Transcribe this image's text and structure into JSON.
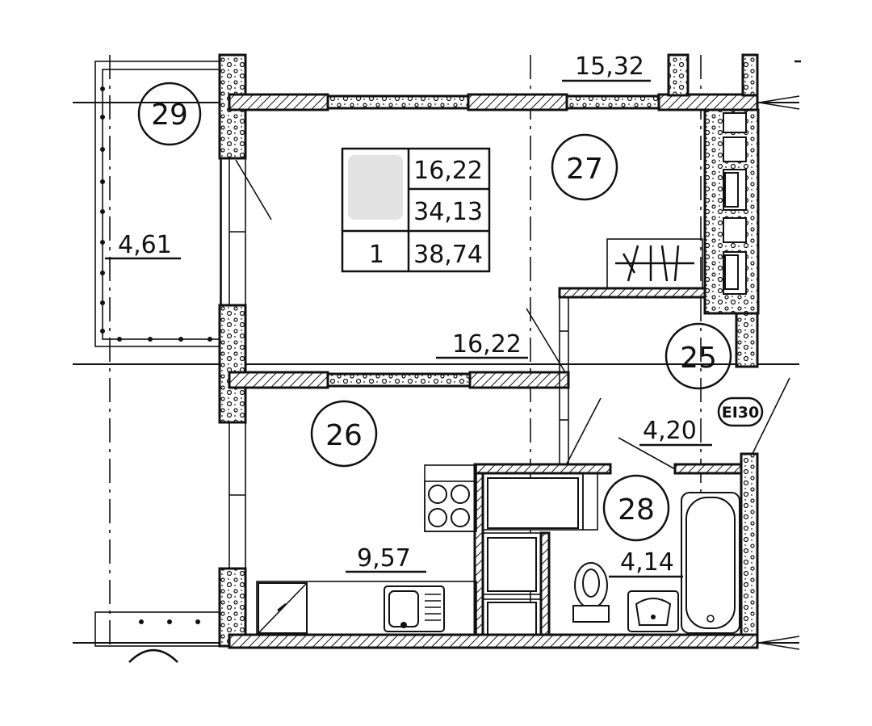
{
  "balconies": [
    {
      "number": "29",
      "area": "4,61"
    }
  ],
  "rooms": [
    {
      "number": "27",
      "area": "16,22"
    },
    {
      "number": "26",
      "area": "9,57"
    },
    {
      "number": "25",
      "area": "4,20"
    },
    {
      "number": "28",
      "area": "4,14"
    }
  ],
  "corridor_area": "15,32",
  "fire_rating": "EI30",
  "summary_table": {
    "living_area": "16,22",
    "total_area": "34,13",
    "rooms_count": "1",
    "total_with_balcony": "38,74"
  }
}
